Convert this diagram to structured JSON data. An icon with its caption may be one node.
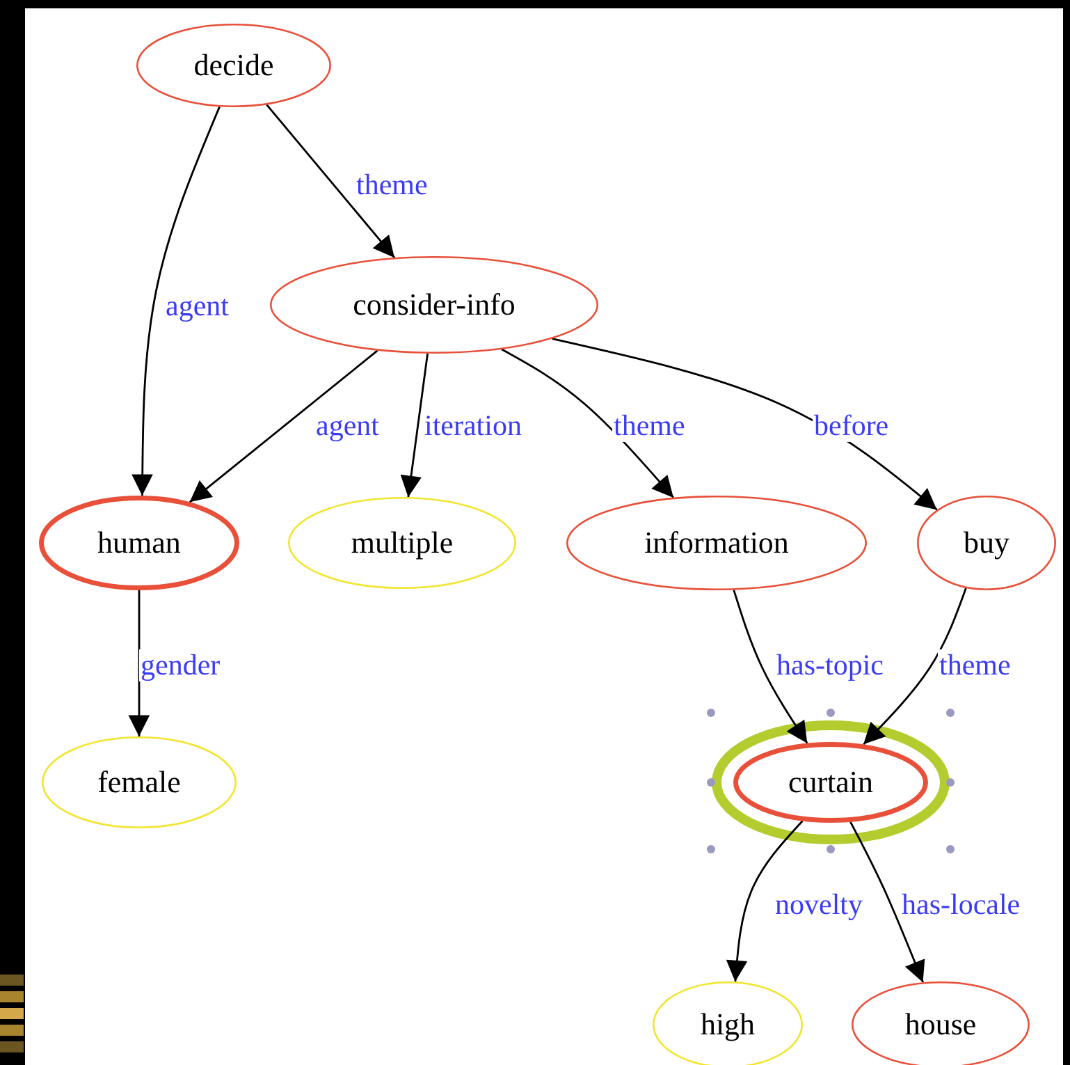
{
  "diagram": {
    "nodes": [
      {
        "text": [
          "decide"
        ]
      },
      {
        "text": [
          "consider-info"
        ]
      },
      {
        "text": [
          "human"
        ]
      },
      {
        "text": [
          "multiple"
        ]
      },
      {
        "text": [
          "information"
        ]
      },
      {
        "text": [
          "buy"
        ]
      },
      {
        "text": [
          "female"
        ]
      },
      {
        "text": [
          "curtain"
        ]
      },
      {
        "text": [
          "high"
        ]
      },
      {
        "text": [
          "house"
        ]
      }
    ],
    "edges": [
      {
        "from": 0,
        "to": 2,
        "arrow": "to",
        "label": "agent"
      },
      {
        "from": 0,
        "to": 1,
        "arrow": "to",
        "label": "theme"
      },
      {
        "from": 1,
        "to": 2,
        "arrow": "to",
        "label": "agent"
      },
      {
        "from": 1,
        "to": 3,
        "arrow": "to",
        "label": "iteration"
      },
      {
        "from": 1,
        "to": 4,
        "arrow": "to",
        "label": "theme"
      },
      {
        "from": 1,
        "to": 5,
        "arrow": "to",
        "label": "before"
      },
      {
        "from": 2,
        "to": 6,
        "arrow": "to",
        "label": "gender"
      },
      {
        "from": 4,
        "to": 7,
        "arrow": "to",
        "label": "has-topic"
      },
      {
        "from": 5,
        "to": 7,
        "arrow": "to",
        "label": "theme"
      },
      {
        "from": 7,
        "to": 8,
        "arrow": "to",
        "label": "novelty"
      },
      {
        "from": 7,
        "to": 9,
        "arrow": "to",
        "label": "has-locale"
      }
    ]
  }
}
